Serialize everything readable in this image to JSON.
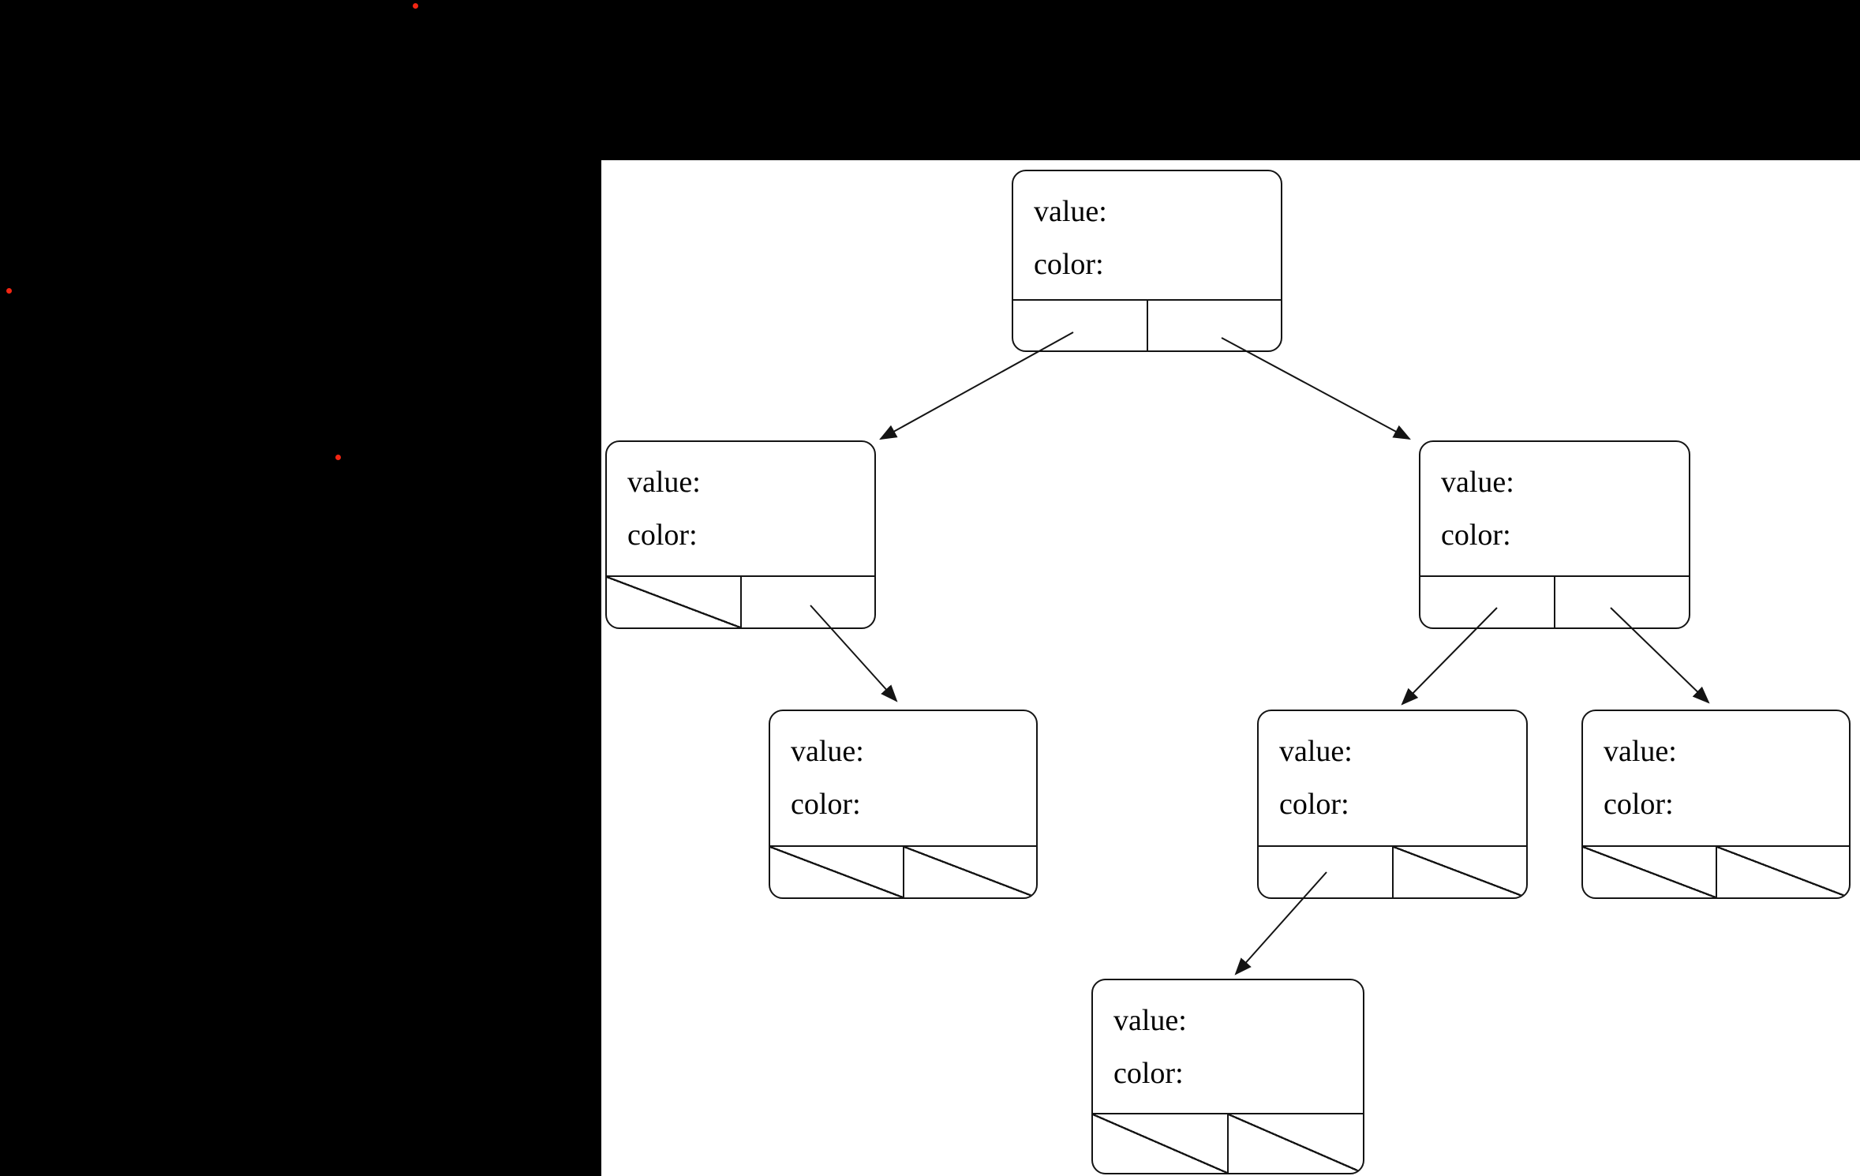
{
  "scene": {
    "background_color": "#000000",
    "canvas_color": "#ffffff",
    "line_color": "#141414",
    "marker_color": "#f22613"
  },
  "node_labels": {
    "value": "value:",
    "color": "color:"
  },
  "tree": {
    "type": "binary-tree-node-diagram",
    "node_count": 7,
    "nodes": [
      {
        "name": "root",
        "value": "",
        "color": "",
        "left_child": "left-child",
        "right_child": "right-child"
      },
      {
        "name": "left-child",
        "value": "",
        "color": "",
        "left_child": null,
        "right_child": "left-right-grandchild"
      },
      {
        "name": "right-child",
        "value": "",
        "color": "",
        "left_child": "right-left-grandchild",
        "right_child": "right-right-grandchild"
      },
      {
        "name": "left-right-grandchild",
        "value": "",
        "color": "",
        "left_child": null,
        "right_child": null
      },
      {
        "name": "right-left-grandchild",
        "value": "",
        "color": "",
        "left_child": "right-left-left-greatgrandchild",
        "right_child": null
      },
      {
        "name": "right-right-grandchild",
        "value": "",
        "color": "",
        "left_child": null,
        "right_child": null
      },
      {
        "name": "right-left-left-greatgrandchild",
        "value": "",
        "color": "",
        "left_child": null,
        "right_child": null
      }
    ]
  },
  "markers": {
    "count": 3,
    "description": "small red dot markers on black desktop area"
  }
}
